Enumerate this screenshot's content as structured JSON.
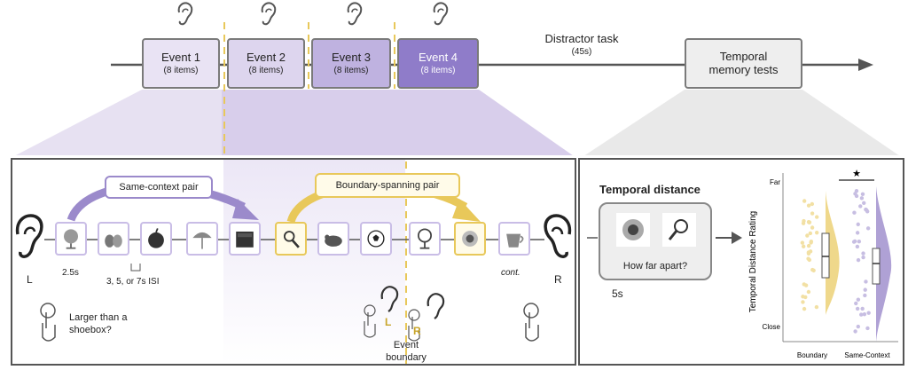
{
  "events": [
    {
      "title": "Event 1",
      "sub": "(8 items)"
    },
    {
      "title": "Event 2",
      "sub": "(8 items)"
    },
    {
      "title": "Event 3",
      "sub": "(8 items)"
    },
    {
      "title": "Event 4",
      "sub": "(8 items)"
    }
  ],
  "distractor": {
    "title": "Distractor task",
    "duration": "(45s)"
  },
  "memory_tests": {
    "line1": "Temporal",
    "line2": "memory tests"
  },
  "encoding": {
    "same_context_label": "Same-context pair",
    "boundary_pair_label": "Boundary-spanning pair",
    "left_ear": "L",
    "right_ear": "R",
    "duration": "2.5s",
    "isi": "3, 5, or 7s ISI",
    "task_line1": "Larger than a",
    "task_line2": "shoebox?",
    "cont": "cont.",
    "boundary_l": "L",
    "boundary_r": "R",
    "boundary_line1": "Event",
    "boundary_line2": "boundary"
  },
  "test": {
    "title": "Temporal distance",
    "question": "How far apart?",
    "duration": "5s",
    "ylabel": "Temporal Distance Rating",
    "tick_far": "Far",
    "tick_close": "Close",
    "cat_boundary": "Boundary",
    "cat_same": "Same-Context",
    "sig": "★"
  },
  "colors": {
    "purple": "#9b8acb",
    "yellow": "#e8c85a",
    "event4": "#8f7cc9"
  }
}
